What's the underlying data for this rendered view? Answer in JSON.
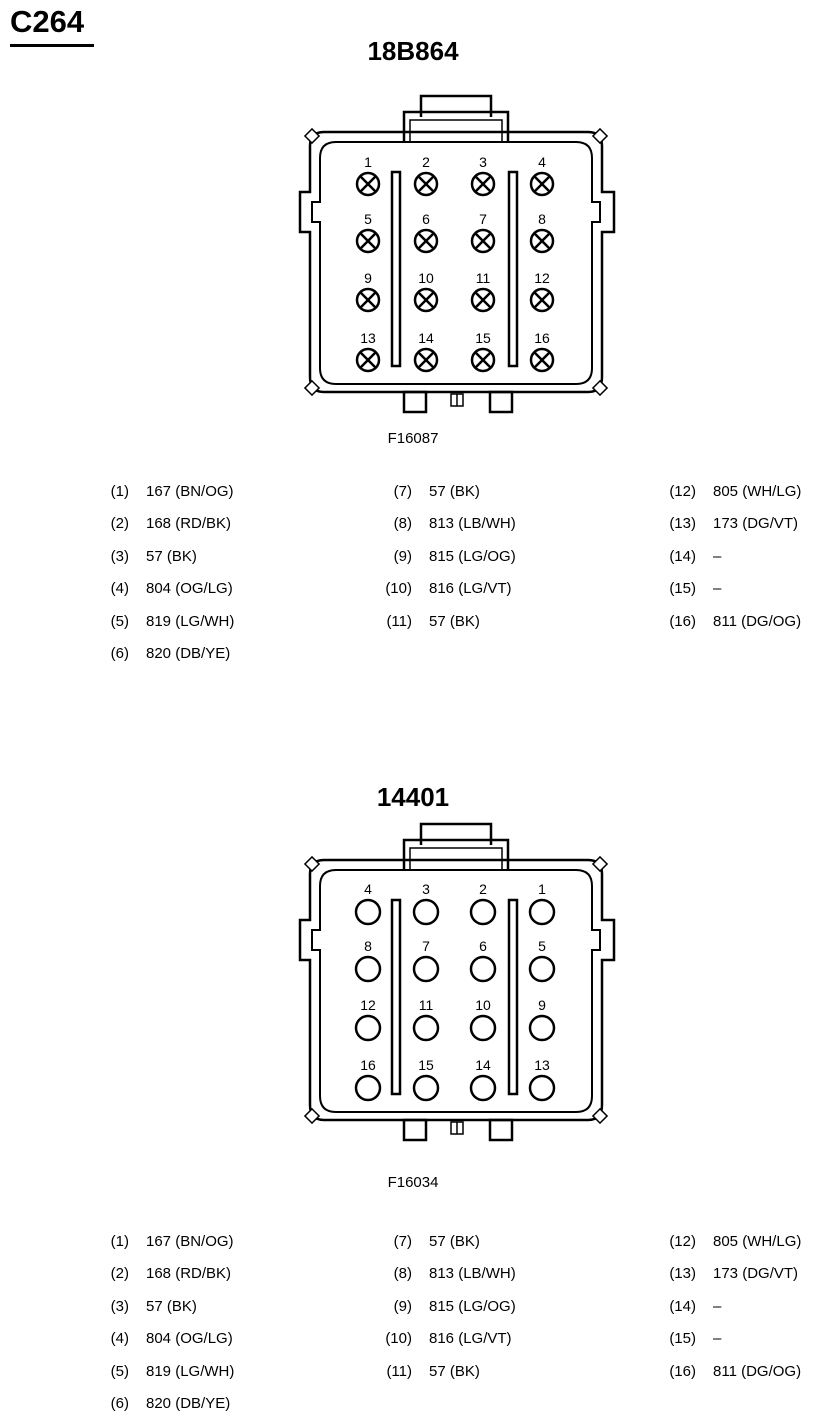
{
  "page": {
    "code": "C264"
  },
  "connectors": [
    {
      "id": "top",
      "title": "18B864",
      "figure_code": "F16087",
      "pin_style": "crossed",
      "pin_grid": [
        [
          1,
          2,
          3,
          4
        ],
        [
          5,
          6,
          7,
          8
        ],
        [
          9,
          10,
          11,
          12
        ],
        [
          13,
          14,
          15,
          16
        ]
      ],
      "pins": [
        {
          "num": "(1)",
          "wire": "167 (BN/OG)"
        },
        {
          "num": "(2)",
          "wire": "168 (RD/BK)"
        },
        {
          "num": "(3)",
          "wire": "57 (BK)"
        },
        {
          "num": "(4)",
          "wire": "804 (OG/LG)"
        },
        {
          "num": "(5)",
          "wire": "819 (LG/WH)"
        },
        {
          "num": "(6)",
          "wire": "820 (DB/YE)"
        },
        {
          "num": "(7)",
          "wire": "57 (BK)"
        },
        {
          "num": "(8)",
          "wire": "813 (LB/WH)"
        },
        {
          "num": "(9)",
          "wire": "815 (LG/OG)"
        },
        {
          "num": "(10)",
          "wire": "816 (LG/VT)"
        },
        {
          "num": "(11)",
          "wire": "57 (BK)"
        },
        {
          "num": "(12)",
          "wire": "805 (WH/LG)"
        },
        {
          "num": "(13)",
          "wire": "173 (DG/VT)"
        },
        {
          "num": "(14)",
          "wire": "–"
        },
        {
          "num": "(15)",
          "wire": "–"
        },
        {
          "num": "(16)",
          "wire": "811 (DG/OG)"
        }
      ]
    },
    {
      "id": "bottom",
      "title": "14401",
      "figure_code": "F16034",
      "pin_style": "open",
      "pin_grid": [
        [
          4,
          3,
          2,
          1
        ],
        [
          8,
          7,
          6,
          5
        ],
        [
          12,
          11,
          10,
          9
        ],
        [
          16,
          15,
          14,
          13
        ]
      ],
      "pins": [
        {
          "num": "(1)",
          "wire": "167 (BN/OG)"
        },
        {
          "num": "(2)",
          "wire": "168 (RD/BK)"
        },
        {
          "num": "(3)",
          "wire": "57 (BK)"
        },
        {
          "num": "(4)",
          "wire": "804 (OG/LG)"
        },
        {
          "num": "(5)",
          "wire": "819 (LG/WH)"
        },
        {
          "num": "(6)",
          "wire": "820 (DB/YE)"
        },
        {
          "num": "(7)",
          "wire": "57 (BK)"
        },
        {
          "num": "(8)",
          "wire": "813 (LB/WH)"
        },
        {
          "num": "(9)",
          "wire": "815 (LG/OG)"
        },
        {
          "num": "(10)",
          "wire": "816 (LG/VT)"
        },
        {
          "num": "(11)",
          "wire": "57 (BK)"
        },
        {
          "num": "(12)",
          "wire": "805 (WH/LG)"
        },
        {
          "num": "(13)",
          "wire": "173 (DG/VT)"
        },
        {
          "num": "(14)",
          "wire": "–"
        },
        {
          "num": "(15)",
          "wire": "–"
        },
        {
          "num": "(16)",
          "wire": "811 (DG/OG)"
        }
      ]
    }
  ]
}
